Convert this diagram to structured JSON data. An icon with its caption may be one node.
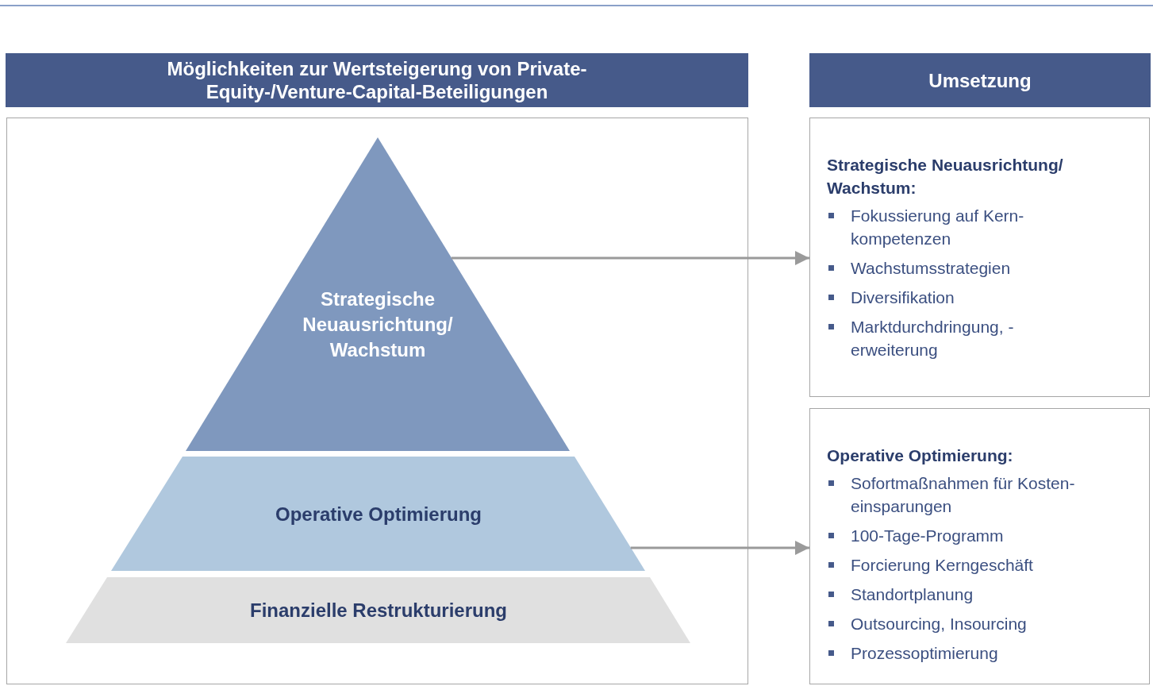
{
  "diagram": {
    "nodes": [
      {
        "text": [
          "Möglichkeiten zur Wertsteigerung von Private-Equity-/Venture-Capital-Beteiligungen"
        ]
      },
      {
        "text": [],
        "shape": "box"
      },
      {
        "text": [
          "Strategische Neuausrichtung/ Wachstum"
        ],
        "in": 1
      },
      {
        "text": [
          "Operative Optimierung"
        ],
        "in": 1
      },
      {
        "text": [
          "Finanzielle Restrukturierung"
        ],
        "in": 1
      },
      {
        "text": [
          "Umsetzung"
        ]
      },
      {
        "text": [
          "Strategische Neuausrichtung/ Wachstum:",
          "Fokussierung auf Kern- kompetenzen",
          "Wachstumsstrategien",
          "Diversifikation",
          "Marktdurchdringung, -erweiterung"
        ]
      },
      {
        "text": [
          "Operative Optimierung:",
          "Sofortmaßnahmen für Kosten- einsparungen",
          "100-Tage-Programm",
          "Forcierung Kerngeschäft",
          "Standortplanung",
          "Outsourcing, Insourcing",
          "Prozessoptimierung"
        ]
      }
    ],
    "edges": [
      {
        "from": 2,
        "to": 6,
        "arrow": "to"
      },
      {
        "from": 3,
        "to": 7,
        "arrow": "to"
      }
    ]
  }
}
